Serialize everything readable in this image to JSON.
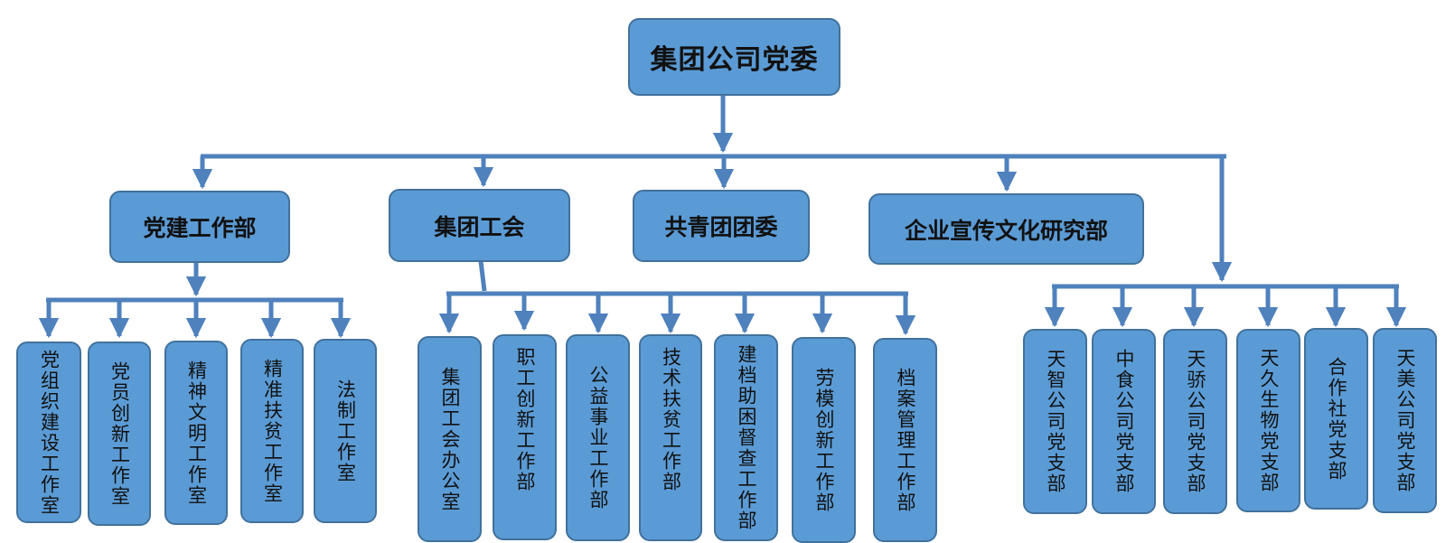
{
  "colors": {
    "box_fill": "#5b9bd5",
    "box_border": "#41719c",
    "connector": "#4f81bd"
  },
  "root": {
    "label": "集团公司党委"
  },
  "departments": [
    {
      "label": "党建工作部"
    },
    {
      "label": "集团工会"
    },
    {
      "label": "共青团团委"
    },
    {
      "label": "企业宣传文化研究部"
    }
  ],
  "party_building_units": [
    {
      "label": "党组织建设工作室"
    },
    {
      "label": "党员创新工作室"
    },
    {
      "label": "精神文明工作室"
    },
    {
      "label": "精准扶贫工作室"
    },
    {
      "label": "法制工作室"
    }
  ],
  "union_units": [
    {
      "label": "集团工会办公室"
    },
    {
      "label": "职工创新工作部"
    },
    {
      "label": "公益事业工作部"
    },
    {
      "label": "技术扶贫工作部"
    },
    {
      "label": "建档助困督查工作部"
    },
    {
      "label": "劳模创新工作部"
    },
    {
      "label": "档案管理工作部"
    }
  ],
  "party_branches": [
    {
      "label": "天智公司党支部"
    },
    {
      "label": "中食公司党支部"
    },
    {
      "label": "天骄公司党支部"
    },
    {
      "label": "天久生物党支部"
    },
    {
      "label": "合作社党支部"
    },
    {
      "label": "天美公司党支部"
    }
  ]
}
